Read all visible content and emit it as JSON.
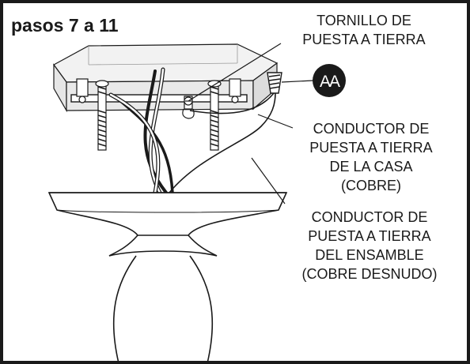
{
  "title": "pasos 7 a 11",
  "part_badge": "AA",
  "labels": {
    "ground_screw": [
      "TORNILLO DE",
      "PUESTA A TIERRA"
    ],
    "house_ground": [
      "CONDUCTOR DE",
      "PUESTA A TIERRA",
      "DE LA CASA",
      "(COBRE)"
    ],
    "assembly_ground": [
      "CONDUCTOR DE",
      "PUESTA A TIERRA",
      "DEL ENSAMBLE",
      "(COBRE DESNUDO)"
    ]
  },
  "colors": {
    "line": "#1a1a1a",
    "box_fill": "#e6e6e6",
    "badge_fill": "#1a1a1a",
    "badge_text": "#ffffff"
  }
}
